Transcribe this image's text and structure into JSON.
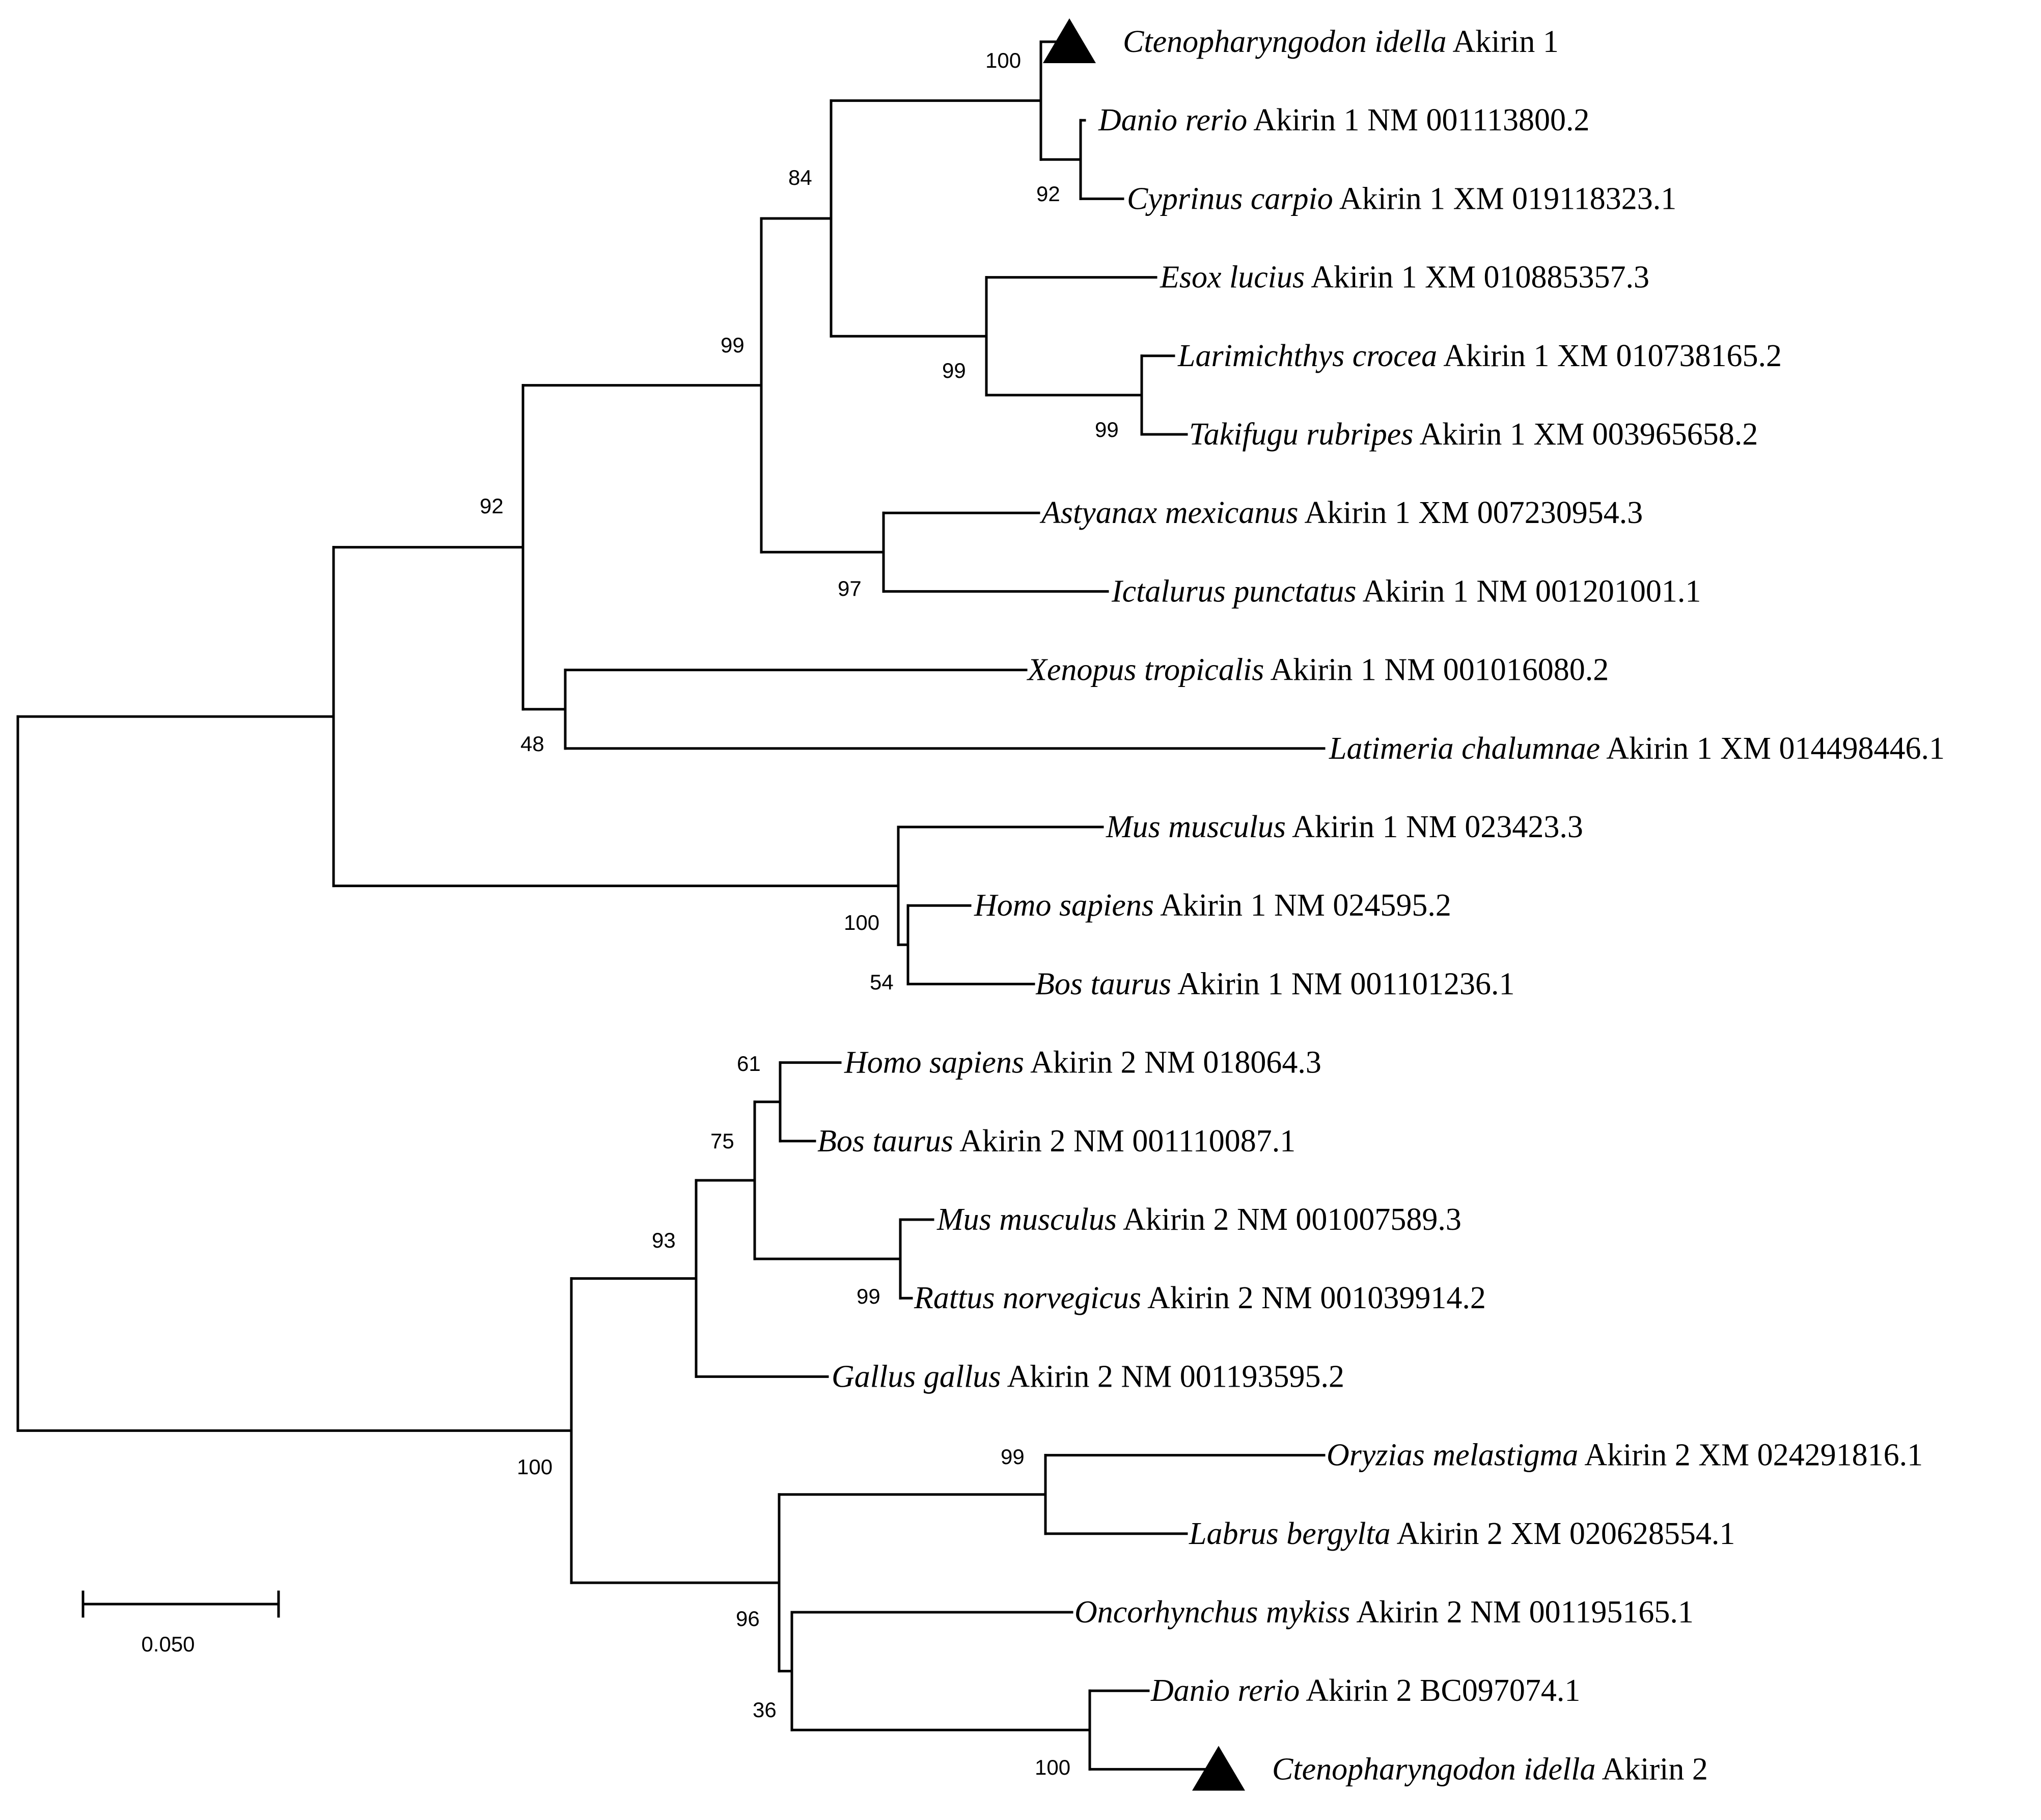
{
  "marker_color": "#000000",
  "tree": {
    "id": "root",
    "boot": null,
    "children": [
      {
        "id": "a1",
        "boot": null,
        "children": [
          {
            "id": "fish_amph",
            "boot": "92",
            "children": [
              {
                "id": "fish",
                "boot": "99",
                "children": [
                  {
                    "id": "cyprin_esox",
                    "boot": "84",
                    "children": [
                      {
                        "id": "cyprin",
                        "boot": "100",
                        "children": [
                          {
                            "id": "t_cid1",
                            "species": "Ctenopharyngodon idella",
                            "rest": "Akirin 1",
                            "marker": "triangle-icon"
                          },
                          {
                            "id": "dr_cc",
                            "boot": "92",
                            "children": [
                              {
                                "id": "t_dr1",
                                "species": "Danio rerio",
                                "rest": "Akirin 1 NM 001113800.2"
                              },
                              {
                                "id": "t_cc1",
                                "species": "Cyprinus carpio",
                                "rest": "Akirin 1 XM 019118323.1"
                              }
                            ]
                          }
                        ]
                      },
                      {
                        "id": "esox_grp",
                        "boot": "99",
                        "children": [
                          {
                            "id": "t_el1",
                            "species": "Esox lucius",
                            "rest": "Akirin 1 XM 010885357.3"
                          },
                          {
                            "id": "lc_tr",
                            "boot": "99",
                            "children": [
                              {
                                "id": "t_lc1",
                                "species": "Larimichthys crocea",
                                "rest": "Akirin 1 XM 010738165.2"
                              },
                              {
                                "id": "t_tr1",
                                "species": "Takifugu rubripes",
                                "rest": "Akirin 1 XM 003965658.2"
                              }
                            ]
                          }
                        ]
                      }
                    ]
                  },
                  {
                    "id": "am_ip",
                    "boot": "97",
                    "children": [
                      {
                        "id": "t_am1",
                        "species": "Astyanax mexicanus",
                        "rest": "Akirin 1 XM 007230954.3"
                      },
                      {
                        "id": "t_ip1",
                        "species": "Ictalurus punctatus",
                        "rest": "Akirin 1 NM 001201001.1"
                      }
                    ]
                  }
                ]
              },
              {
                "id": "xt_lch",
                "boot": "48",
                "children": [
                  {
                    "id": "t_xt1",
                    "species": "Xenopus tropicalis",
                    "rest": "Akirin 1 NM 001016080.2"
                  },
                  {
                    "id": "t_lch1",
                    "species": "Latimeria chalumnae",
                    "rest": "Akirin 1 XM 014498446.1"
                  }
                ]
              }
            ]
          },
          {
            "id": "mammal1",
            "boot": "100",
            "children": [
              {
                "id": "t_mm1",
                "species": "Mus musculus",
                "rest": "Akirin 1 NM 023423.3"
              },
              {
                "id": "hs_bt1",
                "boot": "54",
                "children": [
                  {
                    "id": "t_hs1",
                    "species": "Homo sapiens",
                    "rest": "Akirin 1 NM 024595.2"
                  },
                  {
                    "id": "t_bt1",
                    "species": "Bos taurus",
                    "rest": "Akirin 1 NM 001101236.1"
                  }
                ]
              }
            ]
          }
        ]
      },
      {
        "id": "a2",
        "boot": "100",
        "children": [
          {
            "id": "tetra2",
            "boot": "93",
            "children": [
              {
                "id": "mammal2",
                "boot": "75",
                "children": [
                  {
                    "id": "hs_bt2",
                    "boot": "61",
                    "children": [
                      {
                        "id": "t_hs2",
                        "species": "Homo sapiens",
                        "rest": "Akirin 2 NM 018064.3"
                      },
                      {
                        "id": "t_bt2",
                        "species": "Bos taurus",
                        "rest": "Akirin 2 NM 001110087.1"
                      }
                    ]
                  },
                  {
                    "id": "mm_rn2",
                    "boot": "99",
                    "children": [
                      {
                        "id": "t_mm2",
                        "species": "Mus musculus",
                        "rest": "Akirin 2 NM 001007589.3"
                      },
                      {
                        "id": "t_rn2",
                        "species": "Rattus norvegicus",
                        "rest": "Akirin 2 NM 001039914.2"
                      }
                    ]
                  }
                ]
              },
              {
                "id": "t_gg2",
                "species": "Gallus gallus",
                "rest": "Akirin 2 NM 001193595.2"
              }
            ]
          },
          {
            "id": "fish2",
            "boot": "96",
            "children": [
              {
                "id": "om_lb",
                "boot": "99",
                "children": [
                  {
                    "id": "t_om2",
                    "species": "Oryzias melastigma",
                    "rest": "Akirin 2 XM 024291816.1"
                  },
                  {
                    "id": "t_lb2",
                    "species": "Labrus bergylta",
                    "rest": "Akirin 2 XM 020628554.1"
                  }
                ]
              },
              {
                "id": "omk_cyp",
                "boot": "36",
                "children": [
                  {
                    "id": "t_omk2",
                    "species": "Oncorhynchus mykiss",
                    "rest": "Akirin 2 NM 001195165.1"
                  },
                  {
                    "id": "dr_cid2",
                    "boot": "100",
                    "children": [
                      {
                        "id": "t_dr2",
                        "species": "Danio rerio",
                        "rest": "Akirin 2 BC097074.1"
                      },
                      {
                        "id": "t_cid2",
                        "species": "Ctenopharyngodon idella",
                        "rest": "Akirin 2",
                        "marker": "triangle-icon"
                      }
                    ]
                  }
                ]
              }
            ]
          }
        ]
      }
    ]
  },
  "scale_bar": {
    "value": 0.05,
    "label": "0.050"
  }
}
